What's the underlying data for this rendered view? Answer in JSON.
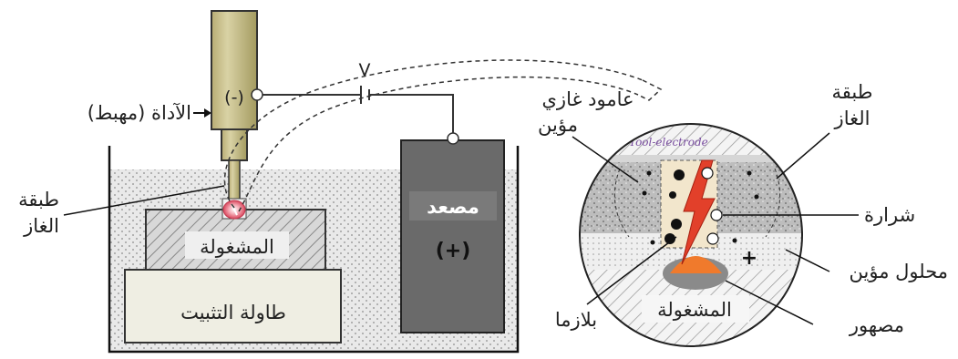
{
  "labels": {
    "tool": "الآداة (مهبط)",
    "tool_sign": "(-)",
    "voltage": "V",
    "gas_layer_left": [
      "طبقة",
      "الغاز"
    ],
    "workpiece": "المشغولة",
    "fixture_table": "طاولة التثبيت",
    "anode": "مصعد",
    "anode_sign": "(+)",
    "ionized_gas_column": [
      "عامود غازي",
      "مؤين"
    ],
    "gas_layer_right": [
      "طبقة",
      "الغاز"
    ],
    "spark": "شرارة",
    "ionized_solution": "محلول مؤين",
    "molten": "مصهور",
    "plasma": "بلازما",
    "workpiece_zoom": "المشغولة",
    "tool_electrode": "Tool-electrode",
    "minus_sign": "−",
    "plus_sign": "+"
  }
}
